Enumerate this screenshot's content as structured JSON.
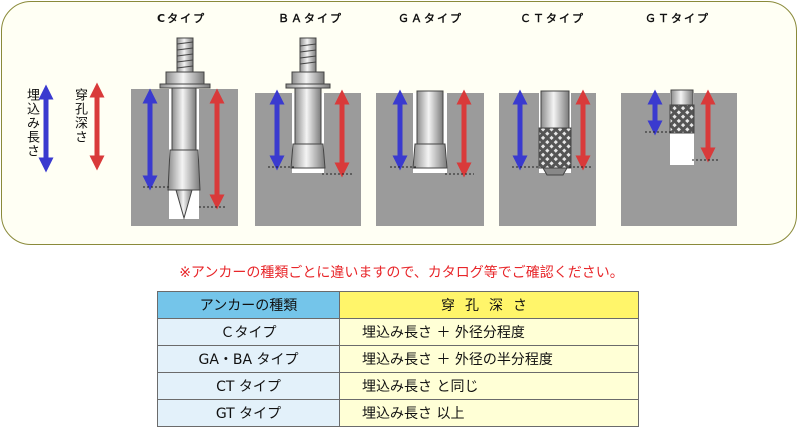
{
  "anchor_types": [
    "Cタイプ",
    "ＢＡタイプ",
    "ＧＡタイプ",
    "ＣＴタイプ",
    "ＧＴタイプ"
  ],
  "legend": {
    "embed_length": "埋込み長さ",
    "drill_depth": "穿孔深さ"
  },
  "notice": "※アンカーの種類ごとに違いますので、カタログ等でご確認ください。",
  "table": {
    "header_type": "アンカーの種類",
    "header_depth": "穿孔深さ",
    "rows": [
      {
        "type": "Ｃタイプ",
        "depth": "埋込み長さ ＋ 外径分程度"
      },
      {
        "type": "GA・BA タイプ",
        "depth": "埋込み長さ ＋ 外径の半分程度"
      },
      {
        "type": "CT タイプ",
        "depth": "埋込み長さ と同じ"
      },
      {
        "type": "GT タイプ",
        "depth": "埋込み長さ 以上"
      }
    ]
  },
  "colors": {
    "embed_arrow": "#3a3acf",
    "drill_arrow": "#d93a3a",
    "concrete": "#9b9b9b",
    "notice_text": "#e8262a",
    "header_type_bg": "#74c5ea",
    "header_depth_bg": "#fff56a"
  }
}
